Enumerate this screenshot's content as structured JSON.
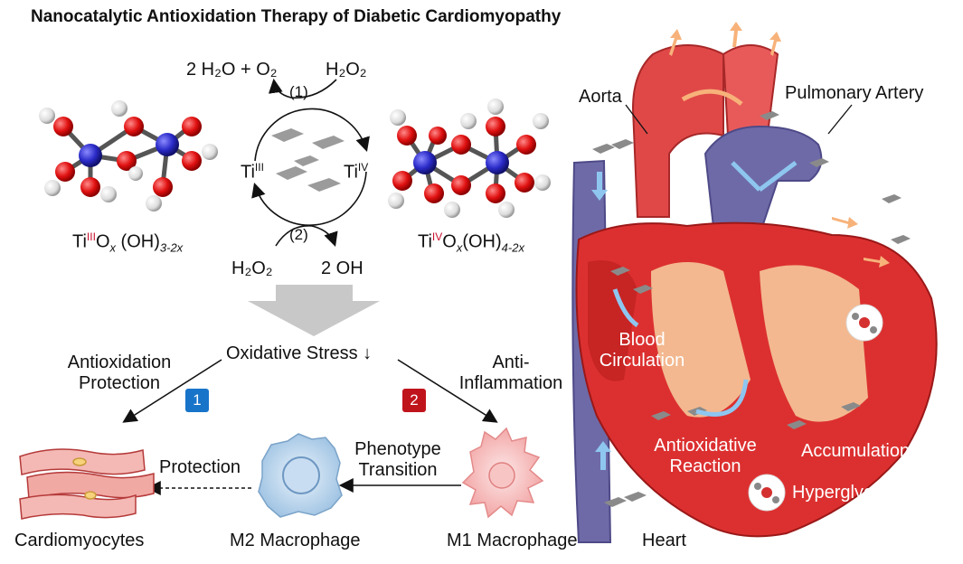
{
  "title": "Nanocatalytic Antioxidation Therapy of Diabetic Cardiomyopathy",
  "reaction": {
    "top_left": "2 H₂O + O₂",
    "top_right": "H₂O₂",
    "step1": "(1)",
    "step2": "(2)",
    "bottom_left": "H₂O₂",
    "bottom_right": "2 OH",
    "ti_left_base": "Ti",
    "ti_left_sup": "III",
    "ti_right_base": "Ti",
    "ti_right_sup": "IV"
  },
  "molecule_left": {
    "ti": "Ti",
    "ox": "III",
    "rest_a": "O",
    "x": "x",
    "rest_b": " (OH)",
    "sub": "3-2x"
  },
  "molecule_right": {
    "ti": "Ti",
    "ox": "IV",
    "rest_a": "O",
    "x": "x",
    "rest_b": "(OH)",
    "sub": "4-2x"
  },
  "pathway": {
    "oxidative_stress": "Oxidative Stress",
    "down_arrow": "↓",
    "left_label_1": "Antioxidation",
    "left_label_2": "Protection",
    "right_label_1": "Anti-",
    "right_label_2": "Inflammation",
    "badge1": "1",
    "badge2": "2",
    "badge1_color": "#1874c9",
    "badge2_color": "#c0141c",
    "phenotype_1": "Phenotype",
    "phenotype_2": "Transition",
    "protection": "Protection"
  },
  "cells": {
    "cardiomyocytes": "Cardiomyocytes",
    "m2": "M2 Macrophage",
    "m1": "M1 Macrophage",
    "heart": "Heart"
  },
  "heart_labels": {
    "aorta": "Aorta",
    "pulmonary": "Pulmonary Artery",
    "blood_1": "Blood",
    "blood_2": "Circulation",
    "antiox_1": "Antioxidative",
    "antiox_2": "Reaction",
    "accumulation": "Accumulation",
    "hyperglycemia": "Hyperglycemia"
  }
}
